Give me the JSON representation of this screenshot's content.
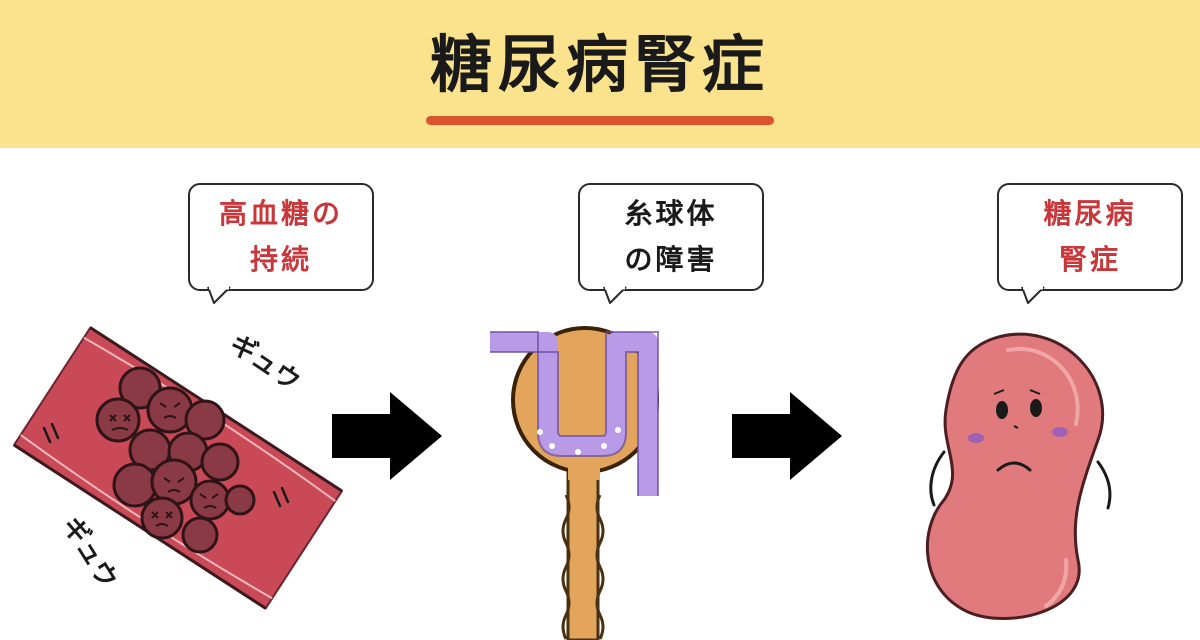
{
  "header": {
    "title": "糖尿病腎症"
  },
  "steps": [
    {
      "line1": "高血糖の",
      "line2": "持続",
      "illustration": "clumped-blood-cells-in-vessel"
    },
    {
      "line1": "糸球体",
      "line2": "の障害",
      "illustration": "glomerulus-capillary-loop"
    },
    {
      "line1": "糖尿病",
      "line2": "腎症",
      "illustration": "sad-kidney-character"
    }
  ],
  "sound_effects": {
    "top": "ギュウ",
    "bottom": "ギュウ"
  },
  "arrows": [
    "right-arrow",
    "right-arrow"
  ],
  "colors": {
    "header_bg": "#fbe28c",
    "title_underline": "#d9532c",
    "bubble_text": "#c8383b",
    "vessel": "#c94a56",
    "cell": "#8a3a45",
    "glomerulus": "#e3a55c",
    "capillary": "#b89ae6",
    "kidney": "#e07a7d"
  }
}
